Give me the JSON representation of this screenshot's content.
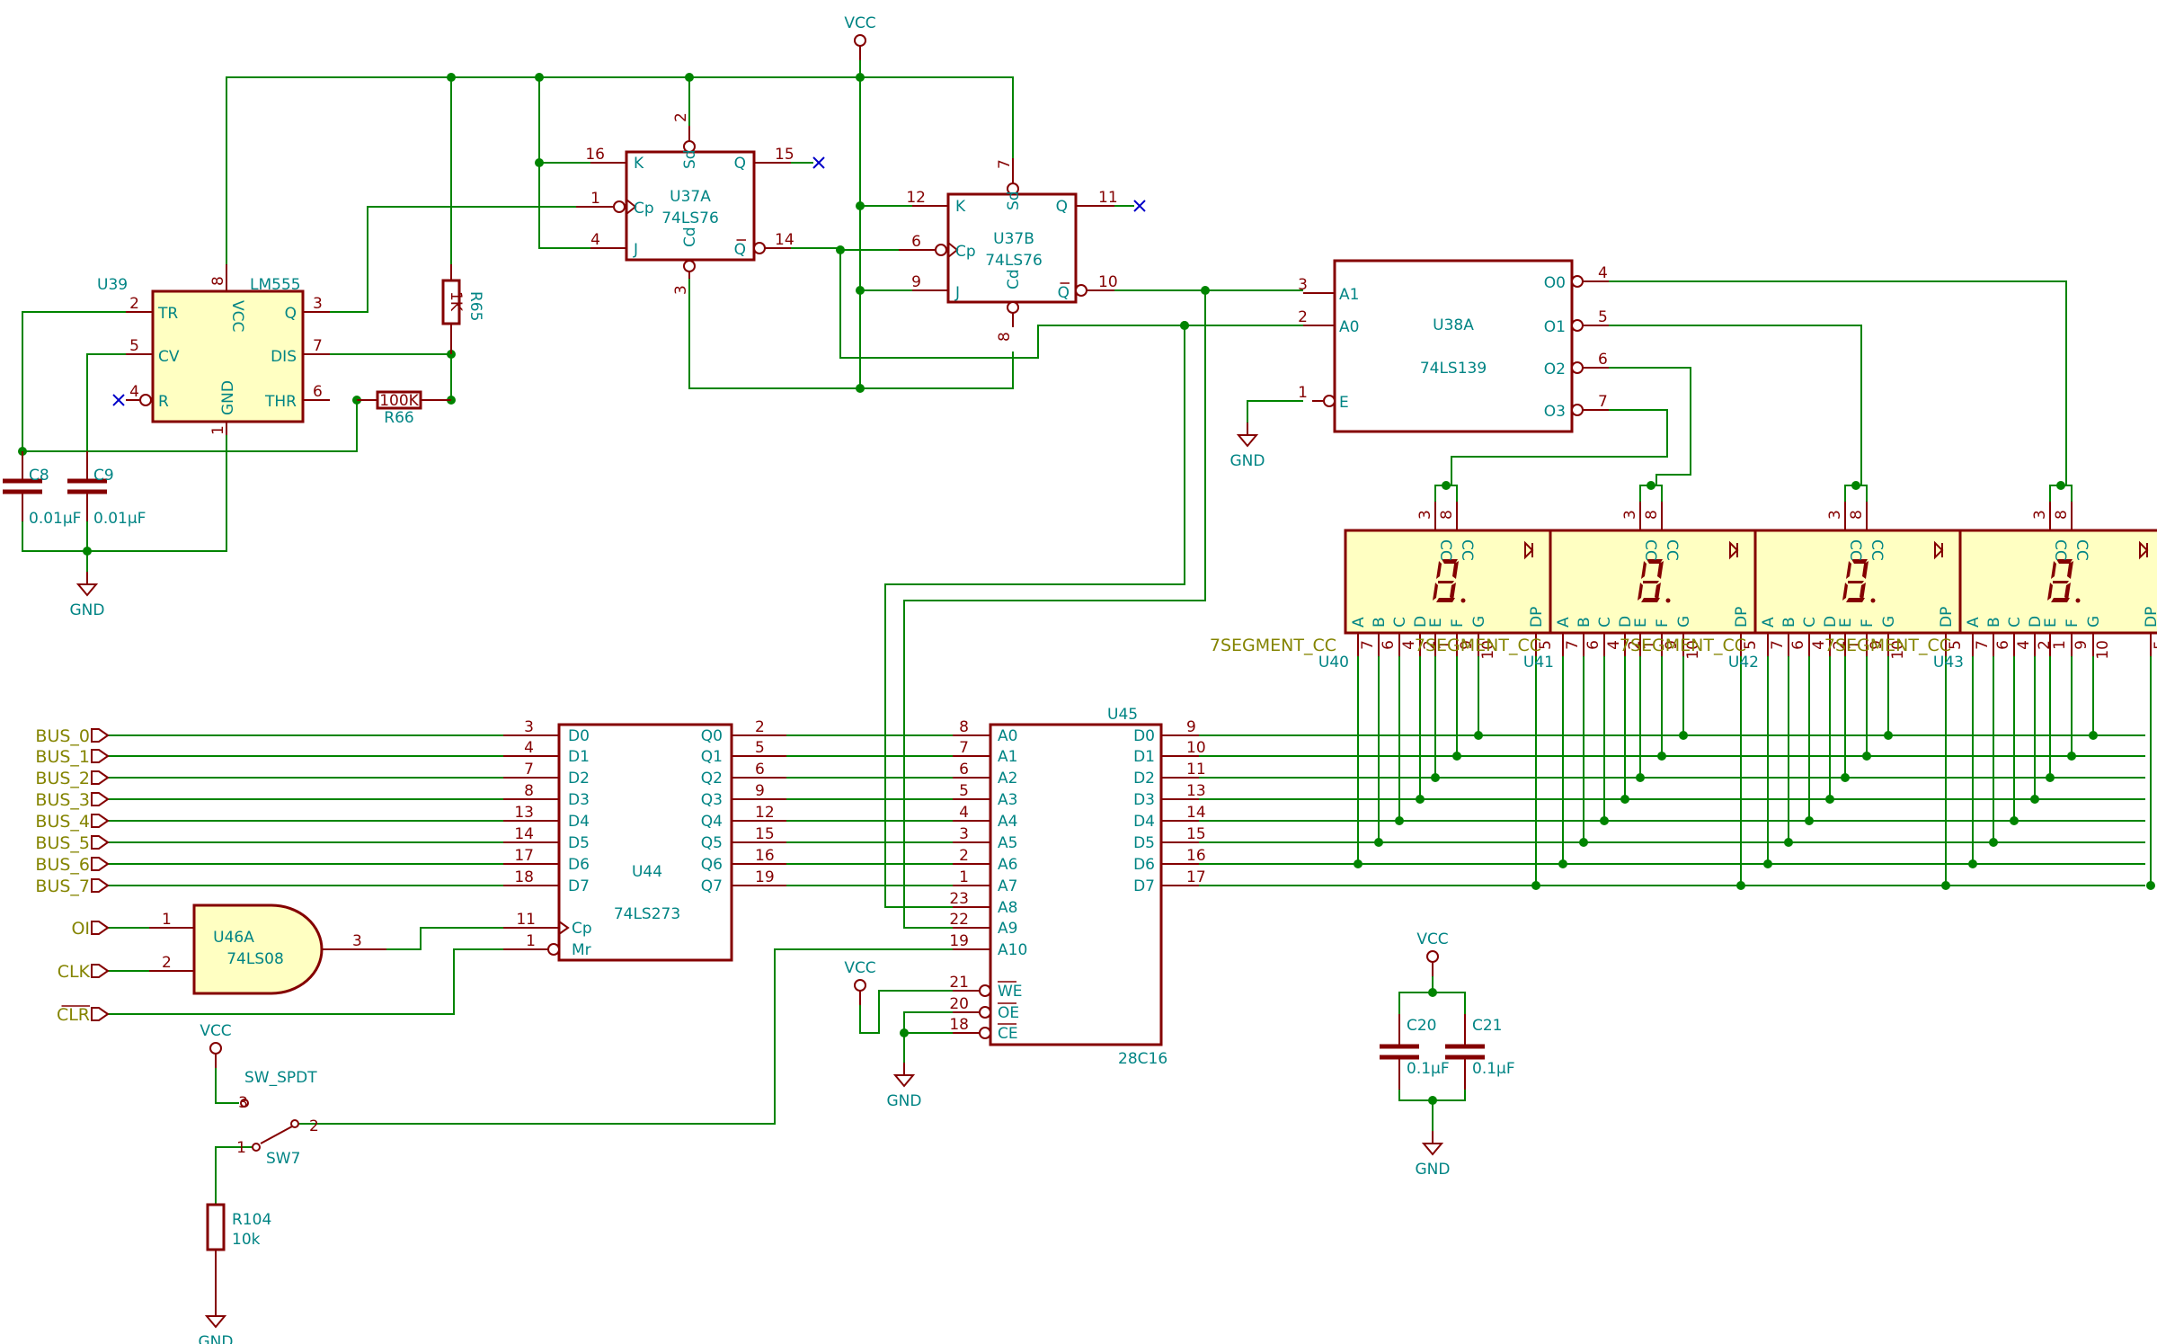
{
  "power": {
    "vcc": "VCC",
    "gnd": "GND"
  },
  "u39": {
    "ref": "U39",
    "value": "LM555",
    "pins": {
      "tr": "TR",
      "cv": "CV",
      "r": "R",
      "vcc": "VCC",
      "gnd": "GND",
      "q": "Q",
      "dis": "DIS",
      "thr": "THR"
    },
    "nums": {
      "tr": "2",
      "cv": "5",
      "r": "4",
      "vcc": "8",
      "gnd": "1",
      "q": "3",
      "dis": "7",
      "thr": "6"
    }
  },
  "c8": {
    "ref": "C8",
    "value": "0.01µF"
  },
  "c9": {
    "ref": "C9",
    "value": "0.01µF"
  },
  "r65": {
    "ref": "R65",
    "value": "1K"
  },
  "r66": {
    "ref": "R66",
    "value": "100K"
  },
  "u37a": {
    "ref": "U37A",
    "value": "74LS76",
    "pins": {
      "k": "K",
      "cp": "Cp",
      "j": "J",
      "sd": "Sd",
      "cd": "Cd",
      "q": "Q",
      "qn": "Q"
    },
    "nums": {
      "k": "16",
      "cp": "1",
      "j": "4",
      "sd": "2",
      "cd": "3",
      "q": "15",
      "qn": "14"
    }
  },
  "u37b": {
    "ref": "U37B",
    "value": "74LS76",
    "pins": {
      "k": "K",
      "cp": "Cp",
      "j": "J",
      "sd": "Sd",
      "cd": "Cd",
      "q": "Q",
      "qn": "Q"
    },
    "nums": {
      "k": "12",
      "cp": "6",
      "j": "9",
      "sd": "7",
      "cd": "8",
      "q": "11",
      "qn": "10"
    }
  },
  "u38a": {
    "ref": "U38A",
    "value": "74LS139",
    "pins": {
      "a1": "A1",
      "a0": "A0",
      "e": "E",
      "o0": "O0",
      "o1": "O1",
      "o2": "O2",
      "o3": "O3"
    },
    "nums": {
      "a1": "3",
      "a0": "2",
      "e": "1",
      "o0": "4",
      "o1": "5",
      "o2": "6",
      "o3": "7"
    }
  },
  "displays": [
    {
      "ref": "U40",
      "value": "7SEGMENT_CC"
    },
    {
      "ref": "U41",
      "value": "7SEGMENT_CC"
    },
    {
      "ref": "U42",
      "value": "7SEGMENT_CC"
    },
    {
      "ref": "U43",
      "value": "7SEGMENT_CC"
    }
  ],
  "display_pins": {
    "names": [
      "A",
      "B",
      "C",
      "D",
      "E",
      "F",
      "G",
      "DP"
    ],
    "nums": [
      "7",
      "6",
      "4",
      "2",
      "1",
      "9",
      "10",
      "5"
    ],
    "cc": "CC",
    "cc_nums": [
      "3",
      "8"
    ]
  },
  "seg_labels": {
    "a": "A",
    "b": "B",
    "c": "C",
    "d": "D",
    "e": "E",
    "f": "F",
    "g": "G",
    "dp": "DP"
  },
  "bus": [
    "BUS_0",
    "BUS_1",
    "BUS_2",
    "BUS_3",
    "BUS_4",
    "BUS_5",
    "BUS_6",
    "BUS_7"
  ],
  "ctrl_labels": {
    "oi": "OI",
    "clk": "CLK",
    "clr": "CLR"
  },
  "u44": {
    "ref": "U44",
    "value": "74LS273",
    "d": [
      "D0",
      "D1",
      "D2",
      "D3",
      "D4",
      "D5",
      "D6",
      "D7"
    ],
    "dnums": [
      "3",
      "4",
      "7",
      "8",
      "13",
      "14",
      "17",
      "18"
    ],
    "q": [
      "Q0",
      "Q1",
      "Q2",
      "Q3",
      "Q4",
      "Q5",
      "Q6",
      "Q7"
    ],
    "qnums": [
      "2",
      "5",
      "6",
      "9",
      "12",
      "15",
      "16",
      "19"
    ],
    "cp": "Cp",
    "mr": "Mr",
    "cpnum": "11",
    "mrnum": "1"
  },
  "u46a": {
    "ref": "U46A",
    "value": "74LS08",
    "nums": {
      "a": "1",
      "b": "2",
      "y": "3"
    }
  },
  "u45": {
    "ref": "U45",
    "value": "28C16",
    "a": [
      "A0",
      "A1",
      "A2",
      "A3",
      "A4",
      "A5",
      "A6",
      "A7",
      "A8",
      "A9",
      "A10"
    ],
    "anums": [
      "8",
      "7",
      "6",
      "5",
      "4",
      "3",
      "2",
      "1",
      "23",
      "22",
      "19"
    ],
    "d": [
      "D0",
      "D1",
      "D2",
      "D3",
      "D4",
      "D5",
      "D6",
      "D7"
    ],
    "dnums": [
      "9",
      "10",
      "11",
      "13",
      "14",
      "15",
      "16",
      "17"
    ],
    "ctl": [
      "WE",
      "OE",
      "CE"
    ],
    "ctlnums": [
      "21",
      "20",
      "18"
    ]
  },
  "sw7": {
    "ref": "SW7",
    "value": "SW_SPDT",
    "nums": {
      "p1": "1",
      "p2": "2",
      "p3": "3"
    }
  },
  "r104": {
    "ref": "R104",
    "value": "10k"
  },
  "c20": {
    "ref": "C20",
    "value": "0.1µF"
  },
  "c21": {
    "ref": "C21",
    "value": "0.1µF"
  }
}
